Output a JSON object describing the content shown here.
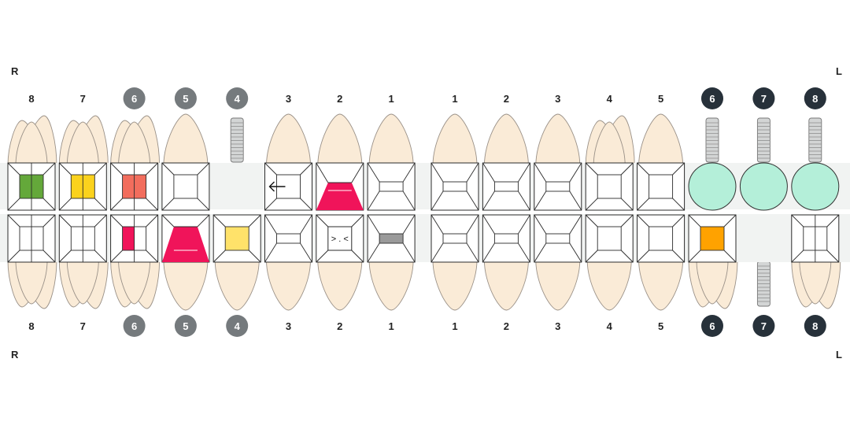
{
  "side_labels": {
    "right": "R",
    "left": "L"
  },
  "colors": {
    "tooth": "#FAEBD7",
    "tooth_stroke": "#9a9188",
    "band": "#F1F3F2",
    "outline": "#2b2b2b",
    "badge_grey": "#757A7D",
    "badge_dark": "#27313A",
    "implant": "#D3D5D5",
    "crown": "#B4EFD9"
  },
  "upper": [
    {
      "number": "8",
      "badge": "none",
      "root": "multi",
      "surface": {
        "type": "square",
        "split": true,
        "fill": "#64A83A"
      }
    },
    {
      "number": "7",
      "badge": "none",
      "root": "multi",
      "surface": {
        "type": "square",
        "split": true,
        "fill": "#FBD21D"
      }
    },
    {
      "number": "6",
      "badge": "grey",
      "root": "multi",
      "surface": {
        "type": "square",
        "split": true,
        "fill": "#F26D5D"
      }
    },
    {
      "number": "5",
      "badge": "grey",
      "root": "single",
      "surface": {
        "type": "square"
      }
    },
    {
      "number": "4",
      "badge": "grey",
      "root": "implant",
      "surface": {
        "type": "none"
      }
    },
    {
      "number": "3",
      "badge": "none",
      "root": "single",
      "surface": {
        "type": "arrow",
        "arrow_icon": "arrow-left-icon"
      }
    },
    {
      "number": "2",
      "badge": "none",
      "root": "single",
      "surface": {
        "type": "trapezoid",
        "fill": "#F0145A"
      }
    },
    {
      "number": "1",
      "badge": "none",
      "root": "single",
      "surface": {
        "type": "rect"
      }
    },
    {
      "number": "1",
      "badge": "none",
      "root": "single",
      "surface": {
        "type": "rect"
      }
    },
    {
      "number": "2",
      "badge": "none",
      "root": "single",
      "surface": {
        "type": "rect"
      }
    },
    {
      "number": "3",
      "badge": "none",
      "root": "single",
      "surface": {
        "type": "rect"
      }
    },
    {
      "number": "4",
      "badge": "none",
      "root": "multi",
      "surface": {
        "type": "square"
      }
    },
    {
      "number": "5",
      "badge": "none",
      "root": "single",
      "surface": {
        "type": "square"
      }
    },
    {
      "number": "6",
      "badge": "dark",
      "root": "implant",
      "surface": {
        "type": "crown"
      }
    },
    {
      "number": "7",
      "badge": "dark",
      "root": "implant",
      "surface": {
        "type": "crown"
      }
    },
    {
      "number": "8",
      "badge": "dark",
      "root": "implant",
      "surface": {
        "type": "crown"
      }
    }
  ],
  "lower": [
    {
      "number": "8",
      "badge": "none",
      "root": "multi",
      "surface": {
        "type": "square",
        "split": true
      }
    },
    {
      "number": "7",
      "badge": "none",
      "root": "multi",
      "surface": {
        "type": "square",
        "split": true
      }
    },
    {
      "number": "6",
      "badge": "grey",
      "root": "multi",
      "surface": {
        "type": "square",
        "split": true,
        "fill_half": "left",
        "fill": "#F0145A"
      }
    },
    {
      "number": "5",
      "badge": "grey",
      "root": "single",
      "surface": {
        "type": "trapezoid_square",
        "fill": "#F0145A"
      }
    },
    {
      "number": "4",
      "badge": "grey",
      "root": "single",
      "surface": {
        "type": "square",
        "fill": "#FFE26A"
      }
    },
    {
      "number": "3",
      "badge": "none",
      "root": "single",
      "surface": {
        "type": "rect"
      }
    },
    {
      "number": "2",
      "badge": "none",
      "root": "single",
      "surface": {
        "type": "diastema",
        "text": "> . <"
      }
    },
    {
      "number": "1",
      "badge": "none",
      "root": "single",
      "surface": {
        "type": "rect",
        "fill": "#9A9A9A"
      }
    },
    {
      "number": "1",
      "badge": "none",
      "root": "single",
      "surface": {
        "type": "rect"
      }
    },
    {
      "number": "2",
      "badge": "none",
      "root": "single",
      "surface": {
        "type": "rect"
      }
    },
    {
      "number": "3",
      "badge": "none",
      "root": "single",
      "surface": {
        "type": "rect"
      }
    },
    {
      "number": "4",
      "badge": "none",
      "root": "single",
      "surface": {
        "type": "square"
      }
    },
    {
      "number": "5",
      "badge": "none",
      "root": "single",
      "surface": {
        "type": "square"
      }
    },
    {
      "number": "6",
      "badge": "dark",
      "root": "multi",
      "surface": {
        "type": "square",
        "fill": "#FFA200"
      }
    },
    {
      "number": "7",
      "badge": "dark",
      "root": "implant",
      "surface": {
        "type": "none"
      }
    },
    {
      "number": "8",
      "badge": "dark",
      "root": "multi",
      "surface": {
        "type": "square",
        "split": true
      }
    }
  ]
}
